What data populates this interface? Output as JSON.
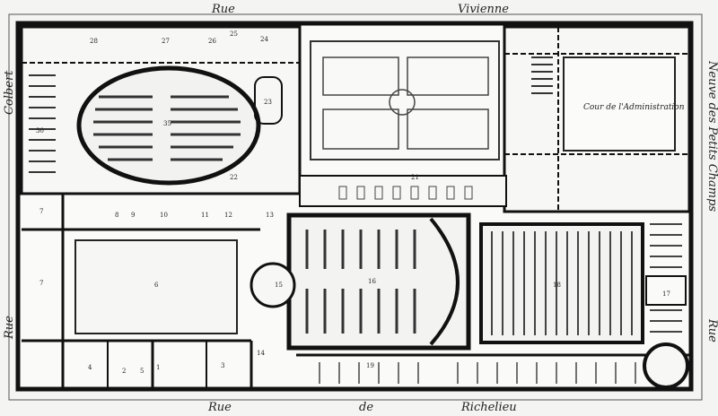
{
  "streets": {
    "top_left": "Rue",
    "top_right": "Vivienne",
    "left_top": "Colbert",
    "left_bottom": "Rue",
    "right_side": "Neuve des Petits Champs",
    "right_bottom": "Rue",
    "bottom_left": "Rue",
    "bottom_mid": "de",
    "bottom_right": "Richelieu"
  },
  "courts": {
    "administration": "Cour de l'Administration"
  },
  "rooms": {
    "r28": "28",
    "r27": "27",
    "r26": "26",
    "r25": "25",
    "r24": "24",
    "r30": "30",
    "r35": "35",
    "r23": "23",
    "r22": "22",
    "r21": "21",
    "r7a": "7",
    "r7b": "7",
    "r8": "8",
    "r9": "9",
    "r10": "10",
    "r11": "11",
    "r12": "12",
    "r13": "13",
    "r6": "6",
    "r15": "15",
    "r16": "16",
    "r18": "18",
    "r19": "19",
    "r17": "17",
    "r14": "14",
    "r3": "3",
    "r4": "4",
    "r2": "2",
    "r5": "5",
    "r1": "1"
  }
}
